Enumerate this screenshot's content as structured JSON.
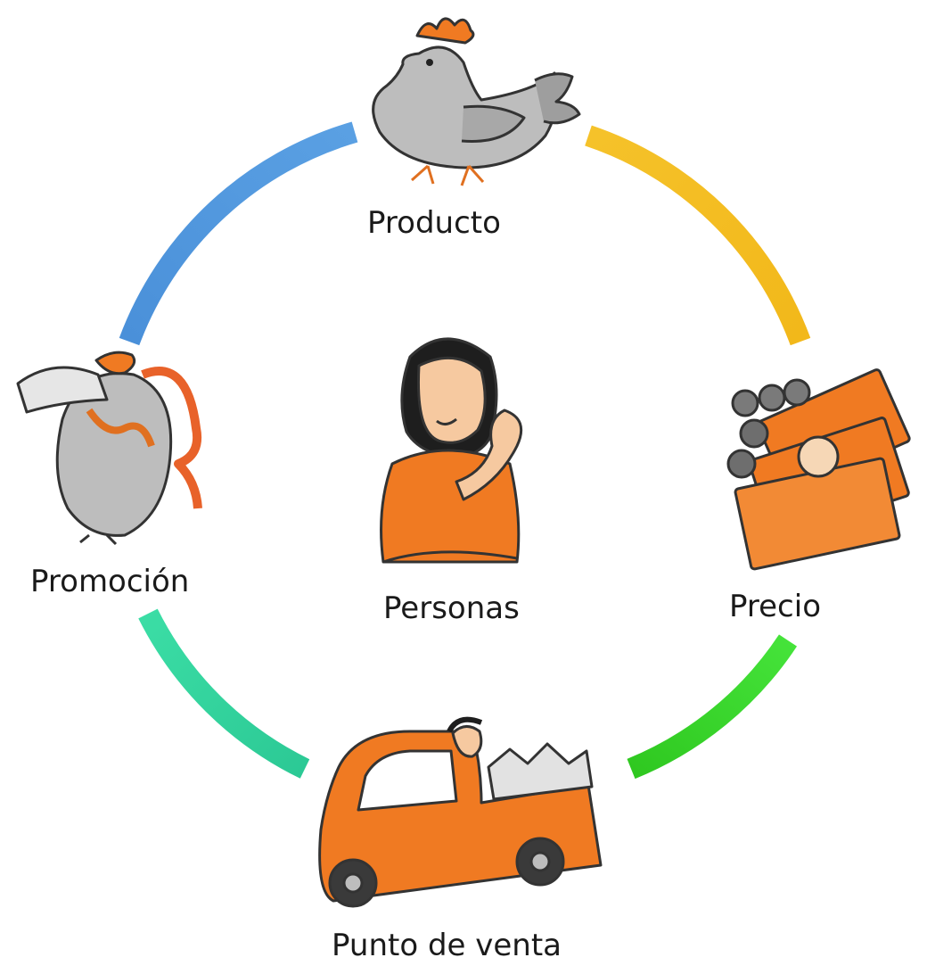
{
  "diagram": {
    "center": {
      "label": "Personas",
      "icon": "woman-icon"
    },
    "nodes": [
      {
        "id": "producto",
        "label": "Producto",
        "icon": "hen-icon"
      },
      {
        "id": "precio",
        "label": "Precio",
        "icon": "money-icon"
      },
      {
        "id": "punto",
        "label": "Punto de venta",
        "icon": "truck-icon"
      },
      {
        "id": "promocion",
        "label": "Promoción",
        "icon": "rooster-megaphone-icon"
      }
    ],
    "arcs": [
      {
        "from": "producto",
        "to": "precio",
        "color": "#F5B91E"
      },
      {
        "from": "precio",
        "to": "punto",
        "color": "#3FCF2A"
      },
      {
        "from": "punto",
        "to": "promocion",
        "color": "#34D1A0"
      },
      {
        "from": "promocion",
        "to": "producto",
        "color": "#4A90D9"
      }
    ],
    "colors": {
      "orange": "#F07A22",
      "gray": "#B7B7B7",
      "outline": "#333333"
    }
  }
}
